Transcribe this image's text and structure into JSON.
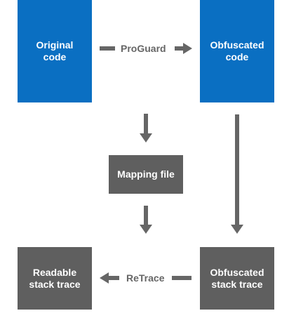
{
  "diagram": {
    "nodes": {
      "original_code": "Original\ncode",
      "obfuscated_code": "Obfuscated\ncode",
      "mapping_file": "Mapping file",
      "readable_stack_trace": "Readable\nstack trace",
      "obfuscated_stack_trace": "Obfuscated\nstack trace"
    },
    "edges": {
      "proguard": "ProGuard",
      "retrace": "ReTrace"
    },
    "colors": {
      "blue_box": "#0a6fc2",
      "gray_box": "#5f5f5f",
      "arrow": "#666666"
    }
  }
}
